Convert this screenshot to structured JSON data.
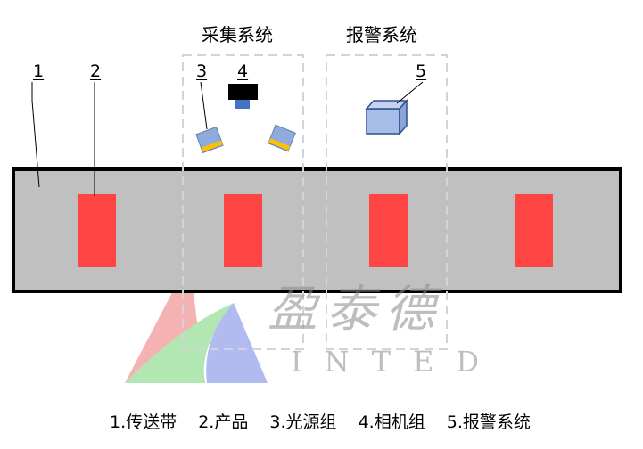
{
  "groups": {
    "acquisition_title": "采集系统",
    "alarm_title": "报警系统"
  },
  "callouts": [
    "1",
    "2",
    "3",
    "4",
    "5"
  ],
  "legend": [
    "1.传送带",
    "2.产品",
    "3.光源组",
    "4.相机组",
    "5.报警系统"
  ],
  "watermark": {
    "chinese": "盈泰德",
    "english": "INTED"
  },
  "colors": {
    "belt": "#c0c0c0",
    "product": "#ff4444",
    "camera_body": "#000000",
    "camera_lens": "#4472c4",
    "light_body": "#8faadc",
    "light_strip": "#ffc000",
    "alarm_box": "#a6bde8",
    "dashed_frame": "#d0d5dc"
  }
}
